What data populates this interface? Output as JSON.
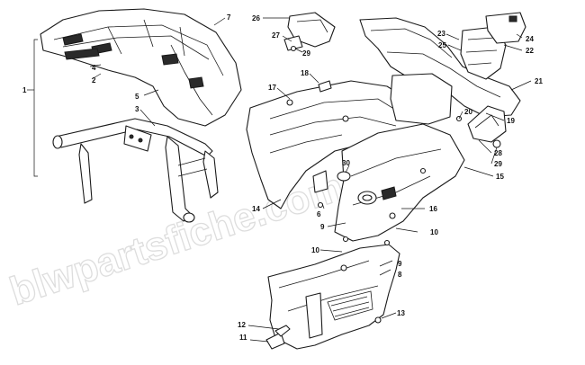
{
  "watermark": "blwpartsfiche.com",
  "callouts": [
    "1",
    "2",
    "3",
    "4",
    "5",
    "6",
    "7",
    "8",
    "9",
    "9",
    "9",
    "10",
    "10",
    "11",
    "12",
    "13",
    "14",
    "15",
    "16",
    "17",
    "18",
    "19",
    "20",
    "21",
    "22",
    "23",
    "24",
    "25",
    "26",
    "27",
    "28",
    "29",
    "29",
    "30"
  ]
}
